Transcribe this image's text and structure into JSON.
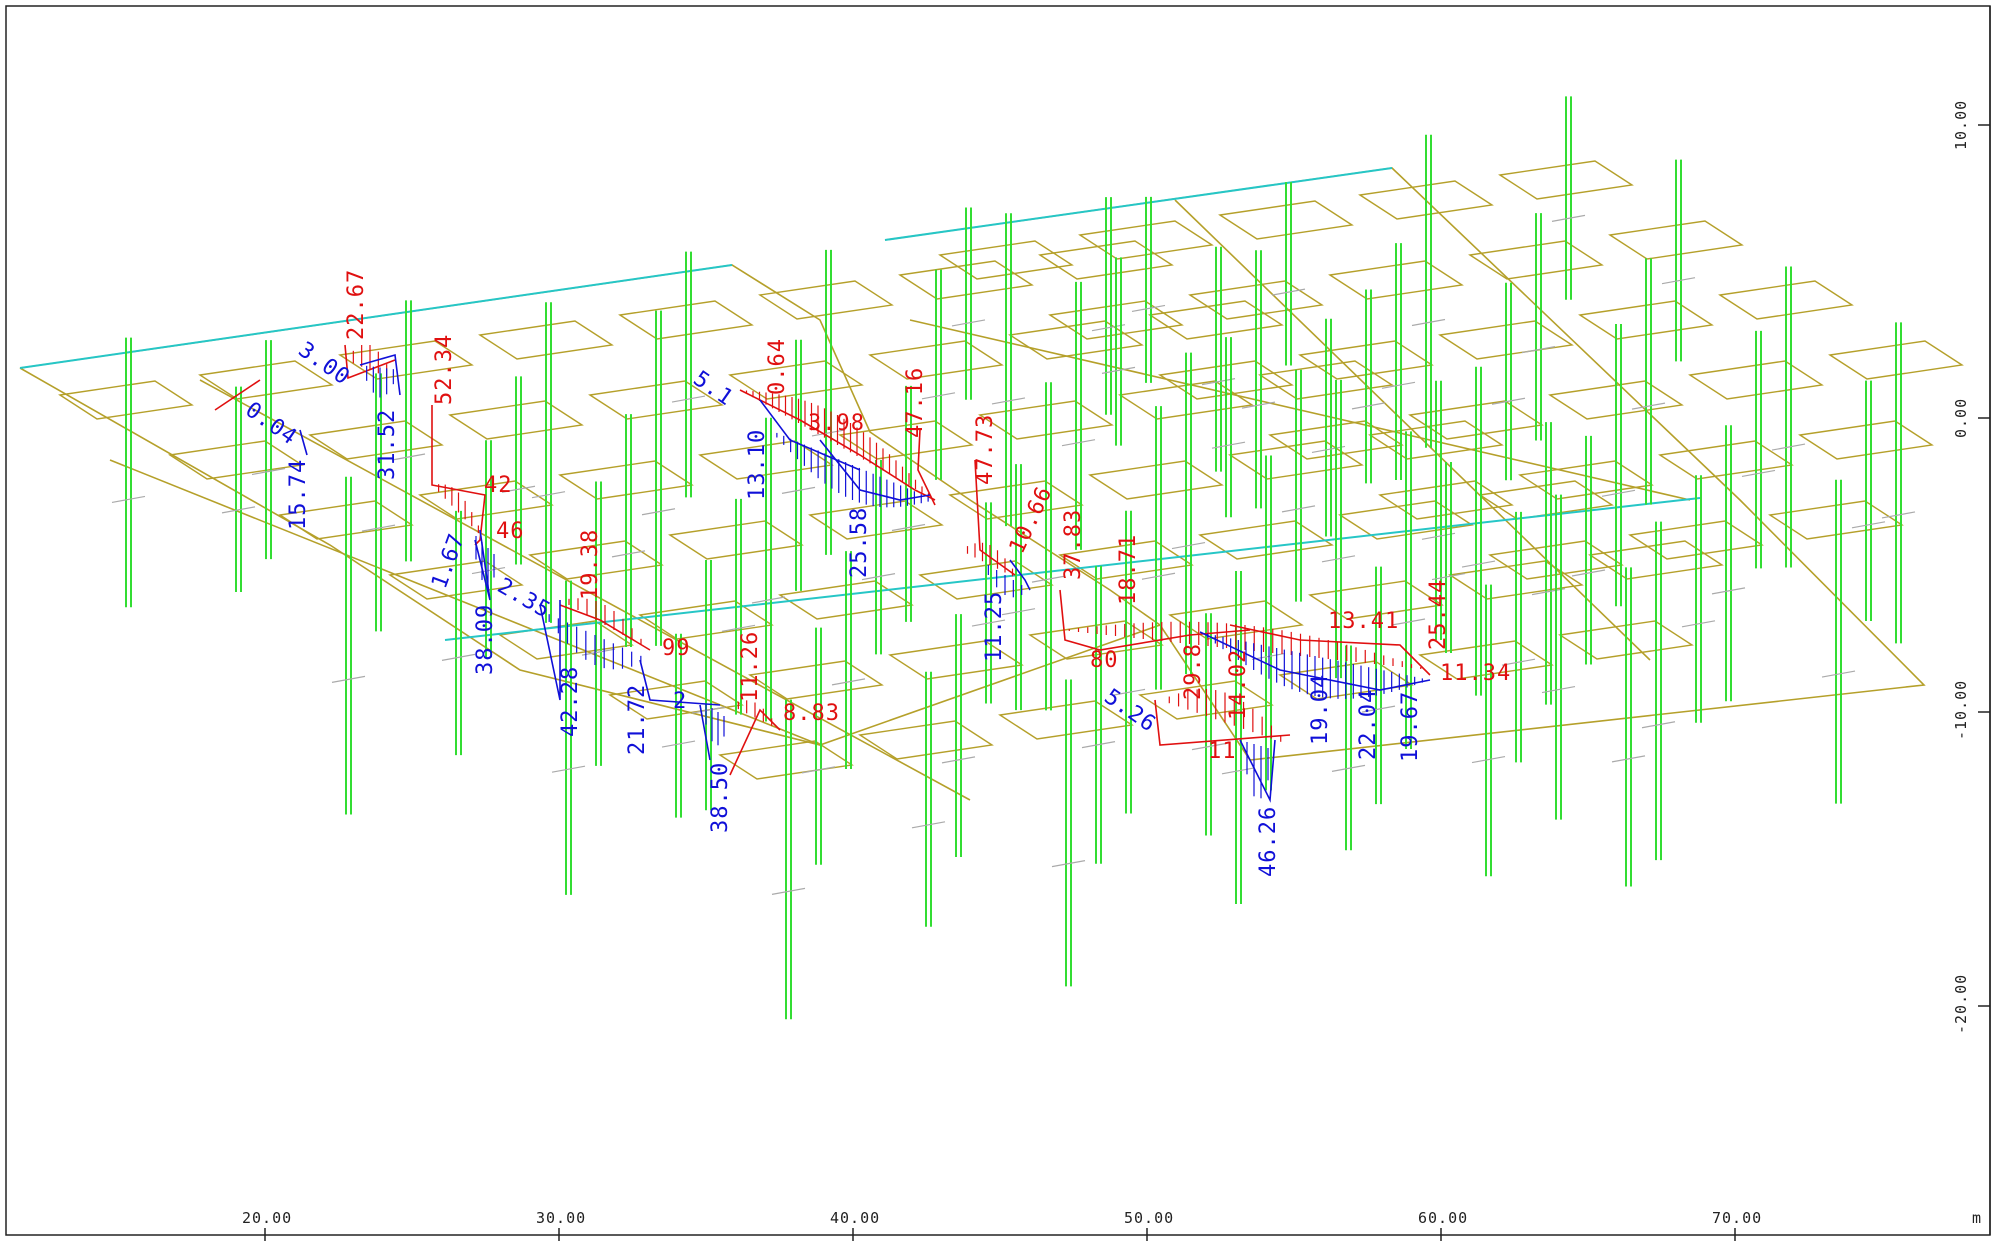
{
  "axes": {
    "x_ticks": [
      "20.00",
      "30.00",
      "40.00",
      "50.00",
      "60.00",
      "70.00"
    ],
    "y_ticks": [
      "10.00",
      "0.00",
      "-10.00",
      "-20.00"
    ],
    "unit": "m"
  },
  "colors": {
    "slab": "#b5a02a",
    "edge": "#26c6c6",
    "column": "#33dd33",
    "negative": "#e01010",
    "positive": "#1010d8",
    "frame": "#222222"
  },
  "labels": {
    "red": [
      "22.67",
      "52.34",
      "42",
      "46",
      "19.38",
      "99",
      "11.26",
      "8.83",
      "0.64",
      "3.98",
      "47.16",
      "47.73",
      "10.66",
      "37.83",
      "18.71",
      "80",
      "29.8",
      "14.02",
      "11",
      "13.41",
      "25.44",
      "11.34"
    ],
    "blue": [
      "3.00",
      "0.04",
      "15.74",
      "31.52",
      "1.67",
      "2.35",
      "38.09",
      "42.28",
      "21.72",
      "2",
      "38.50",
      "5.1",
      "13.10",
      "25.58",
      "11.25",
      "5.26",
      "46.26",
      "19.04",
      "22.04",
      "19.67"
    ]
  }
}
